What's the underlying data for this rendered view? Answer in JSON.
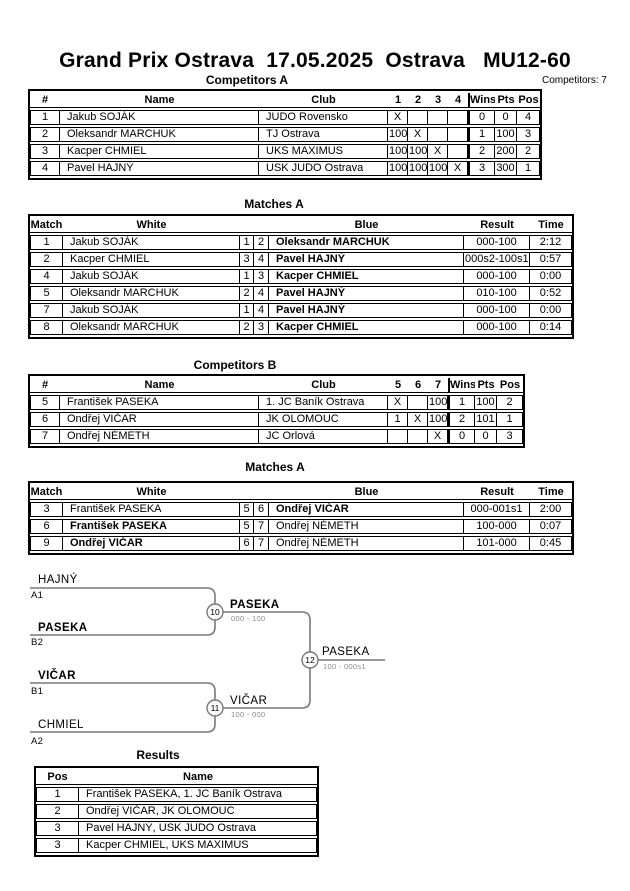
{
  "page": {
    "title": "Grand Prix Ostrava  17.05.2025  Ostrava   MU12-60",
    "competitors_count": "Competitors: 7"
  },
  "sections": {
    "competitors_a": {
      "title": "Competitors A",
      "headers": [
        "#",
        "Name",
        "Club",
        "1",
        "2",
        "3",
        "4",
        "Wins",
        "Pts",
        "Pos"
      ],
      "rows": [
        {
          "num": "1",
          "name": "Jakub SOJÁK",
          "club": "JUDO Rovensko",
          "rr": [
            "X",
            "",
            "",
            ""
          ],
          "wins": "0",
          "pts": "0",
          "pos": "4"
        },
        {
          "num": "2",
          "name": "Oleksandr MARCHUK",
          "club": "TJ Ostrava",
          "rr": [
            "100",
            "X",
            "",
            ""
          ],
          "wins": "1",
          "pts": "100",
          "pos": "3"
        },
        {
          "num": "3",
          "name": "Kacper CHMIEL",
          "club": "UKS MAXIMUS",
          "rr": [
            "100",
            "100",
            "X",
            ""
          ],
          "wins": "2",
          "pts": "200",
          "pos": "2"
        },
        {
          "num": "4",
          "name": "Pavel HAJNÝ",
          "club": "USK JUDO Ostrava",
          "rr": [
            "100",
            "100",
            "100",
            "X"
          ],
          "wins": "3",
          "pts": "300",
          "pos": "1"
        }
      ]
    },
    "matches_a": {
      "title": "Matches A",
      "headers": [
        "Match",
        "White",
        "",
        "",
        "Blue",
        "Result",
        "Time"
      ],
      "rows": [
        {
          "match": "1",
          "white": "Jakub SOJÁK",
          "wnum": "1",
          "bnum": "2",
          "blue": "Oleksandr MARCHUK",
          "result": "000-100",
          "time": "2:12"
        },
        {
          "match": "2",
          "white": "Kacper CHMIEL",
          "wnum": "3",
          "bnum": "4",
          "blue": "Pavel HAJNÝ",
          "result": "000s2-100s1",
          "time": "0:57"
        },
        {
          "match": "4",
          "white": "Jakub SOJÁK",
          "wnum": "1",
          "bnum": "3",
          "blue": "Kacper CHMIEL",
          "result": "000-100",
          "time": "0:00"
        },
        {
          "match": "5",
          "white": "Oleksandr MARCHUK",
          "wnum": "2",
          "bnum": "4",
          "blue": "Pavel HAJNÝ",
          "result": "010-100",
          "time": "0:52"
        },
        {
          "match": "7",
          "white": "Jakub SOJÁK",
          "wnum": "1",
          "bnum": "4",
          "blue": "Pavel HAJNÝ",
          "result": "000-100",
          "time": "0:00"
        },
        {
          "match": "8",
          "white": "Oleksandr MARCHUK",
          "wnum": "2",
          "bnum": "3",
          "blue": "Kacper CHMIEL",
          "result": "000-100",
          "time": "0:14"
        }
      ]
    },
    "competitors_b": {
      "title": "Competitors B",
      "headers": [
        "#",
        "Name",
        "Club",
        "5",
        "6",
        "7",
        "Wins",
        "Pts",
        "Pos"
      ],
      "rows": [
        {
          "num": "5",
          "name": "František PASEKA",
          "club": "1. JC Baník Ostrava",
          "rr": [
            "X",
            "",
            "100"
          ],
          "wins": "1",
          "pts": "100",
          "pos": "2"
        },
        {
          "num": "6",
          "name": "Ondřej VIČAR",
          "club": "JK OLOMOUC",
          "rr": [
            "1",
            "X",
            "100"
          ],
          "wins": "2",
          "pts": "101",
          "pos": "1"
        },
        {
          "num": "7",
          "name": "Ondřej NÉMETH",
          "club": "JC Orlová",
          "rr": [
            "",
            "",
            "X"
          ],
          "wins": "0",
          "pts": "0",
          "pos": "3"
        }
      ]
    },
    "matches_b": {
      "title": "Matches A",
      "headers": [
        "Match",
        "White",
        "",
        "",
        "Blue",
        "Result",
        "Time"
      ],
      "rows": [
        {
          "match": "3",
          "white": "František PASEKA",
          "wnum": "5",
          "bnum": "6",
          "blue": "Ondřej VIČAR",
          "result": "000-001s1",
          "time": "2:00"
        },
        {
          "match": "6",
          "white": "František PASEKA",
          "wnum": "5",
          "bnum": "7",
          "blue": "Ondřej NÉMETH",
          "result": "100-000",
          "time": "0:07"
        },
        {
          "match": "9",
          "white": "Ondřej VIČAR",
          "wnum": "6",
          "bnum": "7",
          "blue": "Ondřej NÉMETH",
          "result": "101-000",
          "time": "0:45"
        }
      ]
    },
    "bracket": {
      "slots": [
        {
          "name": "HAJNÝ",
          "seed": "A1"
        },
        {
          "name": "PASEKA",
          "seed": "B2"
        },
        {
          "name": "VIČAR",
          "seed": "B1"
        },
        {
          "name": "CHMIEL",
          "seed": "A2"
        }
      ],
      "nodes": [
        {
          "id": "10",
          "winner": "PASEKA",
          "score": "000 - 100"
        },
        {
          "id": "11",
          "winner": "VIČAR",
          "score": "100 - 000"
        },
        {
          "id": "12",
          "winner": "PASEKA",
          "score": "100 - 000s1"
        }
      ]
    },
    "results": {
      "title": "Results",
      "headers": [
        "Pos",
        "Name"
      ],
      "rows": [
        {
          "pos": "1",
          "name": "František PASEKA, 1. JC Baník Ostrava"
        },
        {
          "pos": "2",
          "name": "Ondřej VIČAR, JK OLOMOUC"
        },
        {
          "pos": "3",
          "name": "Pavel HAJNÝ, USK JUDO Ostrava"
        },
        {
          "pos": "3",
          "name": "Kacper CHMIEL, UKS MAXIMUS"
        }
      ]
    }
  }
}
